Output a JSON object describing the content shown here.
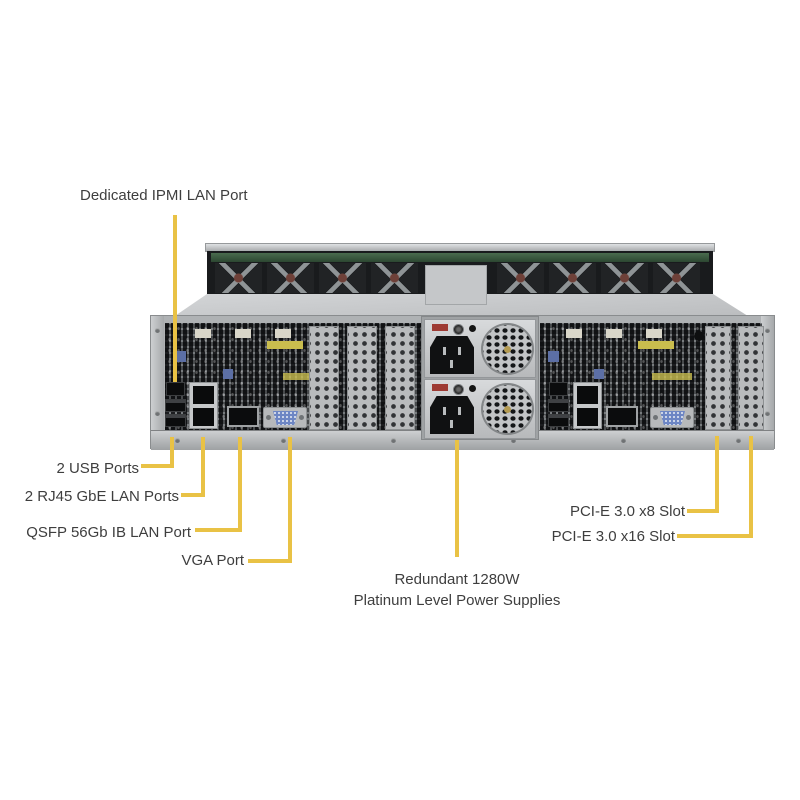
{
  "figure": {
    "type": "server-rear-view-callout-diagram",
    "colors": {
      "accent": "#E9C245",
      "label_text": "#3E3E3E",
      "background": "#FFFFFF"
    }
  },
  "callouts": {
    "ipmi": {
      "label": "Dedicated IPMI LAN Port"
    },
    "usb": {
      "label": "2 USB Ports"
    },
    "rj45": {
      "label": "2 RJ45 GbE LAN Ports"
    },
    "qsfp": {
      "label": "QSFP 56Gb IB LAN Port"
    },
    "vga": {
      "label": "VGA Port"
    },
    "pcie_x8": {
      "label": "PCI-E 3.0 x8 Slot"
    },
    "pcie_x16": {
      "label": "PCI-E 3.0 x16 Slot"
    },
    "psu": {
      "label_line1": "Redundant 1280W",
      "label_line2": "Platinum Level Power Supplies"
    }
  }
}
